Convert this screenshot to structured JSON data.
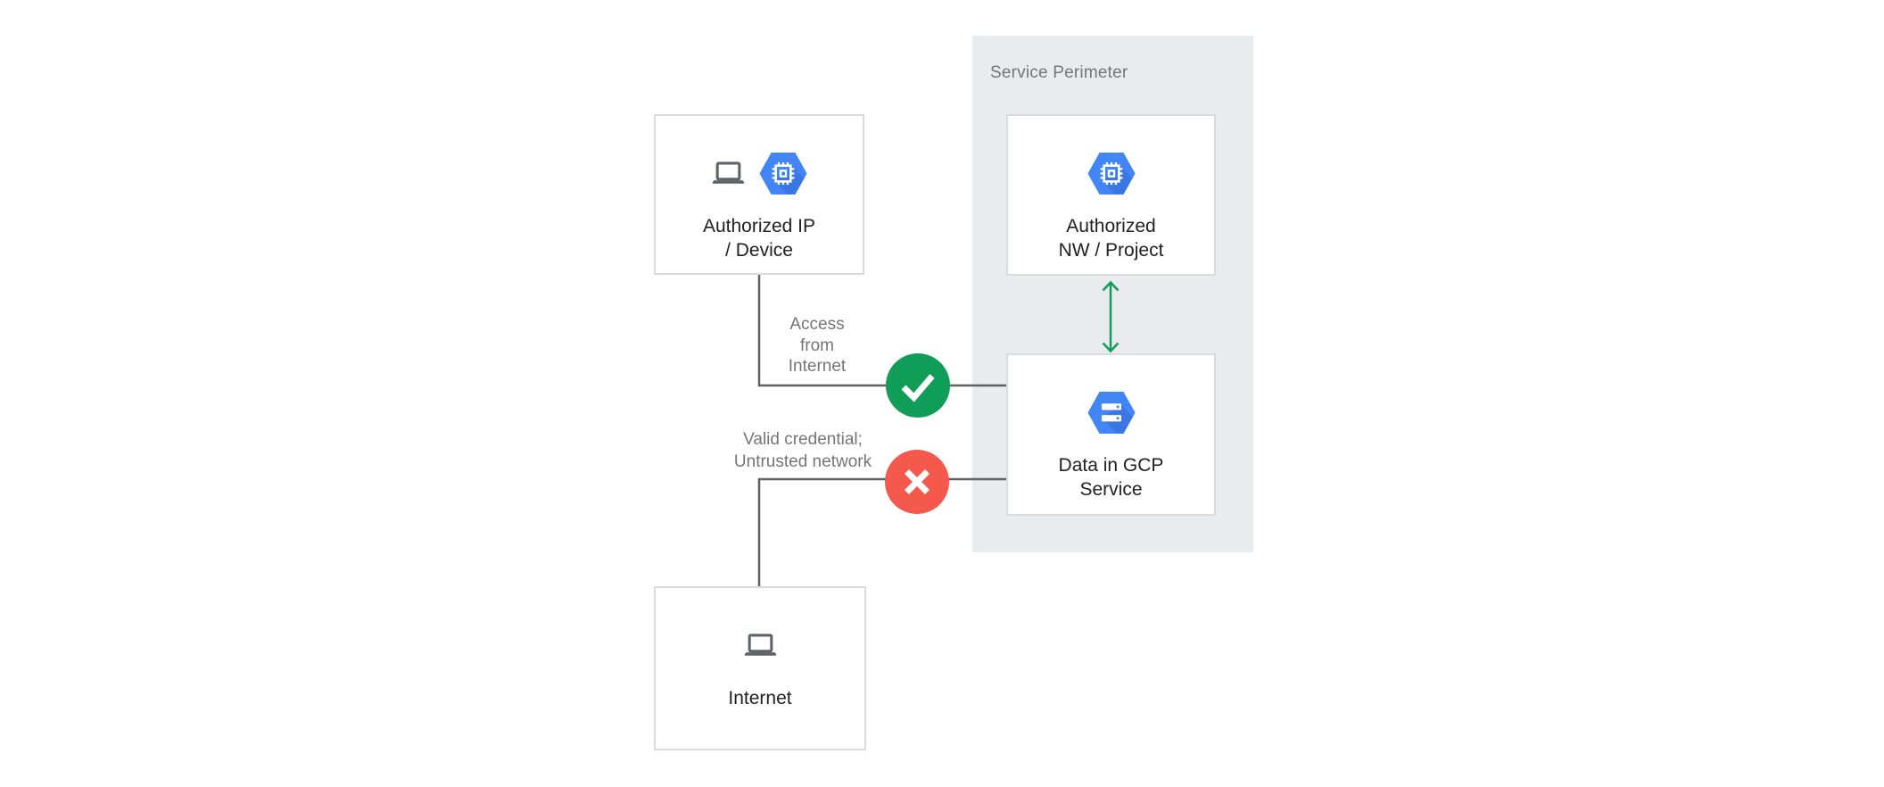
{
  "perimeter": {
    "label": "Service Perimeter",
    "bg_color": "#E9EBEE"
  },
  "nodes": [
    {
      "id": "authorized-ip-device",
      "label": "Authorized IP\n/ Device",
      "icons": [
        "laptop-icon",
        "compute-engine-hexagon-icon"
      ]
    },
    {
      "id": "authorized-nw-project",
      "label": "Authorized\nNW / Project",
      "icons": [
        "compute-engine-hexagon-icon"
      ],
      "inside_perimeter": true
    },
    {
      "id": "data-in-gcp-service",
      "label": "Data in GCP\nService",
      "icons": [
        "storage-hexagon-icon"
      ],
      "inside_perimeter": true
    },
    {
      "id": "internet",
      "label": "Internet",
      "icons": [
        "laptop-icon"
      ]
    }
  ],
  "edges": [
    {
      "id": "access-from-internet",
      "label": "Access\nfrom\nInternet",
      "status": "allowed",
      "status_icon": "check-icon",
      "from": "authorized-ip-device",
      "to": "data-in-gcp-service"
    },
    {
      "id": "valid-credential-untrusted-network",
      "label": "Valid credential;\nUntrusted network",
      "status": "denied",
      "status_icon": "cross-icon",
      "from": "internet",
      "to": "data-in-gcp-service"
    },
    {
      "id": "nw-project-to-data",
      "label": "",
      "status": "bidirectional",
      "status_icon": "double-arrow-icon",
      "from": "authorized-nw-project",
      "to": "data-in-gcp-service"
    }
  ],
  "colors": {
    "gcp_blue": "#4285F4",
    "gcp_blue_shadow": "#3367D6",
    "allow_green": "#109D58",
    "deny_red": "#F4594C",
    "line_gray": "#616161",
    "icon_gray": "#5F6368",
    "text_dark": "#212121",
    "text_gray": "#757575",
    "panel_bg": "#E9EBEE",
    "box_border": "#D9DBDE"
  }
}
